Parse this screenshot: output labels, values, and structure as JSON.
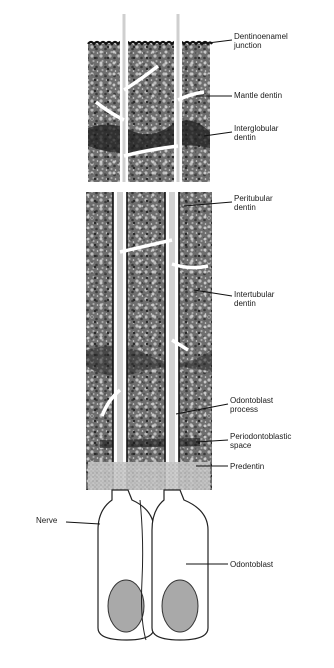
{
  "labels": {
    "dej": "Dentinoenamel\njunction",
    "mantle": "Mantle dentin",
    "interglobular": "Interglobular\ndentin",
    "peritubular": "Peritubular\ndentin",
    "intertubular": "Intertubular\ndentin",
    "process": "Odontoblast\nprocess",
    "space": "Periodontoblastic\nspace",
    "predentin": "Predentin",
    "nerve": "Nerve",
    "odontoblast": "Odontoblast"
  }
}
